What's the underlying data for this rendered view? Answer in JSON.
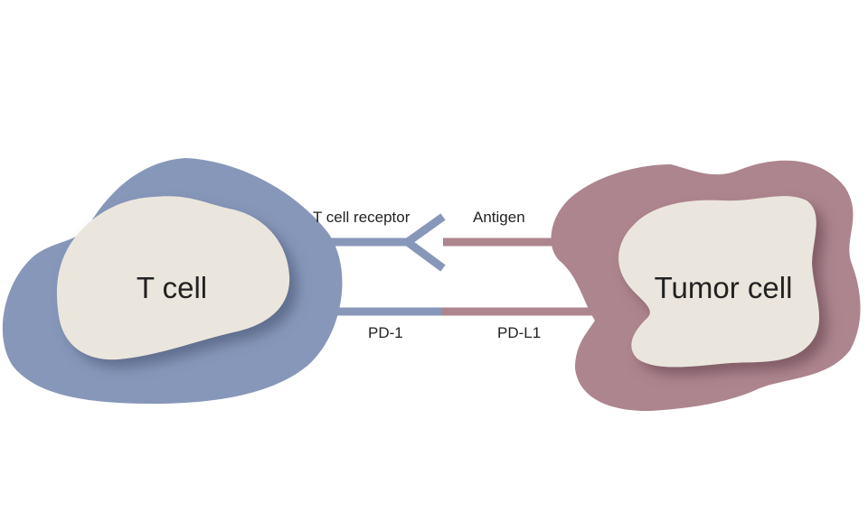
{
  "diagram": {
    "colors": {
      "t_cell_membrane": "#8797b9",
      "tumor_cell_membrane": "#ad858f",
      "nucleus": "#ebe6dd",
      "pd1_line": "#8797b9",
      "pdl1_line": "#ad858f",
      "label_text": "#222222"
    },
    "t_cell": {
      "label": "T cell"
    },
    "tumor_cell": {
      "label": "Tumor cell"
    },
    "t_cell_receptor": {
      "label": "T cell receptor"
    },
    "antigen": {
      "label": "Antigen"
    },
    "pd1": {
      "label": "PD-1"
    },
    "pdl1": {
      "label": "PD-L1"
    }
  }
}
